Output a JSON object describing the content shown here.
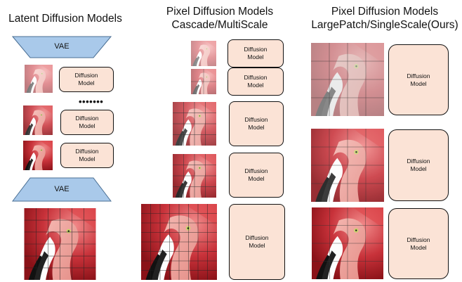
{
  "columns": {
    "latent": {
      "title": "Latent Diffusion Models"
    },
    "cascade": {
      "title_line1": "Pixel Diffusion Models",
      "title_line2": "Cascade/MultiScale"
    },
    "single": {
      "title_line1": "Pixel Diffusion Models",
      "title_line2": "LargePatch/SingleScale(Ours)"
    }
  },
  "vae_label": "VAE",
  "box_line1": "Diffusion",
  "box_line2": "Model",
  "ellipsis": "•••••••",
  "colors": {
    "vae_fill": "#a9c9ea",
    "box_fill": "#fbe3d6",
    "border": "#111111",
    "flamingo_red": "#c8323a"
  },
  "icons": [
    "flamingo-image",
    "vae-encoder-shape",
    "vae-decoder-shape"
  ]
}
